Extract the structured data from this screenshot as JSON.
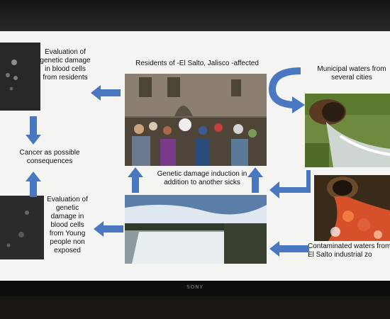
{
  "slide": {
    "top_left_text": "Evaluation of genetic damage in blood cells from residents",
    "residents_title": "Residents of -El Salto, Jalisco -affected",
    "municipal_text": "Municipal waters from several  cities",
    "cancer_text": "Cancer as  possible consequences",
    "genetic_damage_text": "Genetic damage induction in addition to another sicks",
    "bottom_left_text": "Evaluation of genetic damage in blood cells from  Young people non exposed",
    "contaminated_text": "Contaminated waters from the El Salto industrial zo"
  },
  "monitor": {
    "brand": "SONY"
  },
  "colors": {
    "arrow": "#4a78c0",
    "slide_bg": "#f4f4f2"
  }
}
